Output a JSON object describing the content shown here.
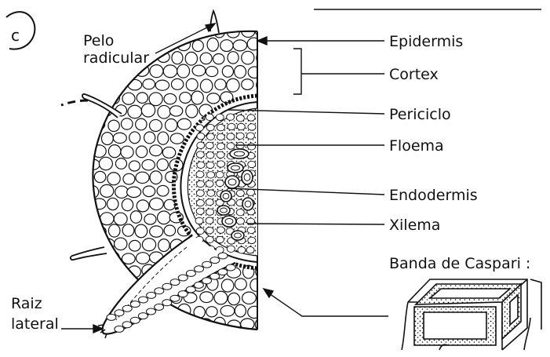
{
  "panel_letter": "c",
  "labels": {
    "pelo_line1": "Pelo",
    "pelo_line2": "radicular",
    "epidermis": "Epidermis",
    "cortex": "Cortex",
    "periciclo": "Periciclo",
    "floema": "Floema",
    "endodermis": "Endodermis",
    "xilema": "Xilema",
    "banda": "Banda de Caspari :",
    "raiz_line1": "Raiz",
    "raiz_line2": "lateral"
  },
  "colors": {
    "ink": "#111111",
    "paper": "#ffffff"
  }
}
